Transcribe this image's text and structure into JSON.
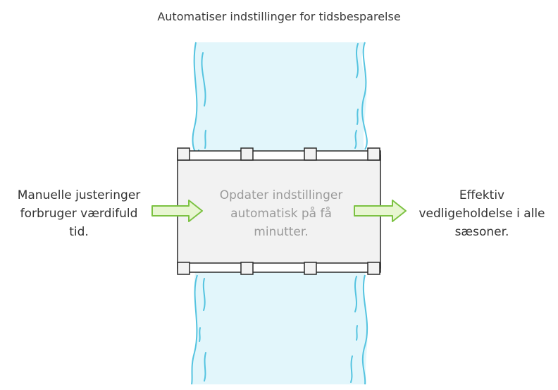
{
  "title": "Automatiser indstillinger for tidsbesparelse",
  "input_text": "Manuelle justeringer\nforbruger værdifuld\ntid.",
  "process_text": "Opdater indstillinger\nautomatisk på få\nminutter.",
  "output_text": "Effektiv\nvedligeholdelse i alle\nsæsoner.",
  "colors": {
    "river_fill": "#e2f6fb",
    "river_stroke": "#55c4e0",
    "box_fill": "#f2f2f2",
    "box_stroke": "#2b2b2b",
    "arrow_fill": "#e8f6d2",
    "arrow_stroke": "#7cc242"
  },
  "icons": [
    "river-shape",
    "input-arrow-icon",
    "output-arrow-icon"
  ]
}
